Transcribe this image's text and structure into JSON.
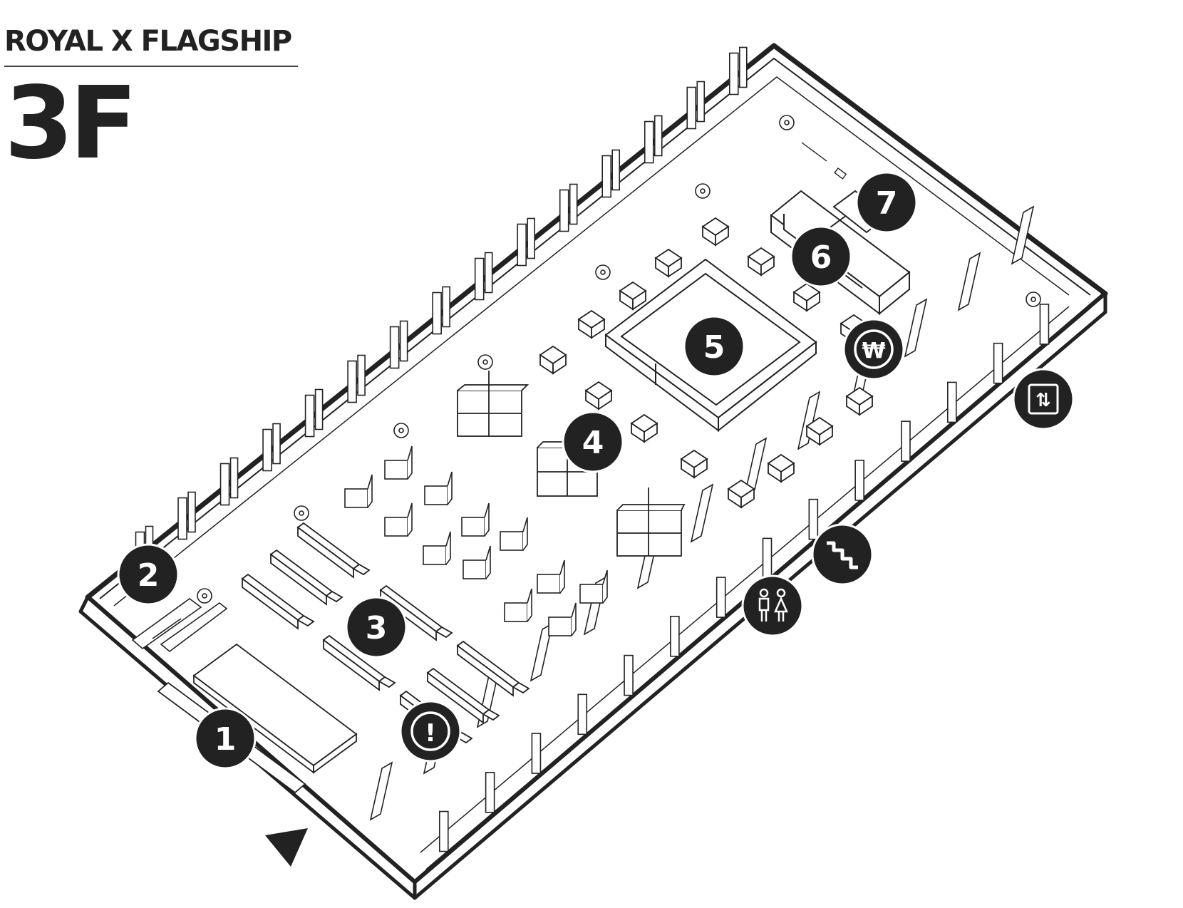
{
  "header": {
    "store_name": "ROYAL X FLAGSHIP",
    "floor": "3F"
  },
  "markers": [
    {
      "id": "1",
      "label": "1"
    },
    {
      "id": "2",
      "label": "2"
    },
    {
      "id": "3",
      "label": "3"
    },
    {
      "id": "4",
      "label": "4"
    },
    {
      "id": "5",
      "label": "5"
    },
    {
      "id": "6",
      "label": "6"
    },
    {
      "id": "7",
      "label": "7"
    }
  ],
  "facility_icons": {
    "info": {
      "icon": "info-exclamation-icon",
      "glyph": "!"
    },
    "cashier": {
      "icon": "won-currency-icon",
      "glyph": "₩"
    },
    "elevator": {
      "icon": "elevator-icon",
      "glyph": "⇅"
    },
    "stairs": {
      "icon": "stairs-icon"
    },
    "restroom": {
      "icon": "restroom-icon"
    },
    "entrance": {
      "icon": "entrance-arrow-icon"
    }
  },
  "colors": {
    "ink": "#222222",
    "background": "#ffffff"
  }
}
